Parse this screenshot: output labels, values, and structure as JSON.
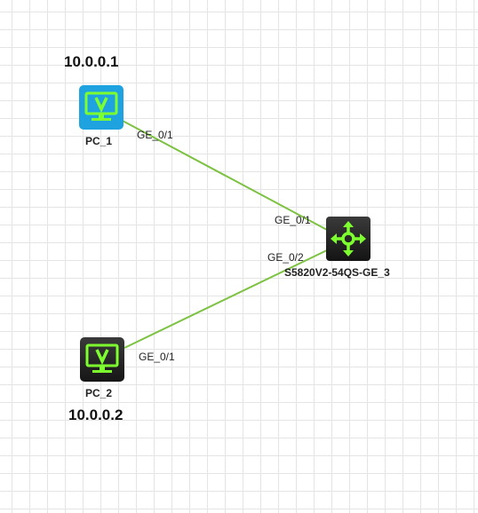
{
  "colors": {
    "link": "#7dc242",
    "pc_active_bg": "#1ea3e0",
    "pc_idle_bg": "#222222",
    "icon_glyph": "#7dff2f"
  },
  "nodes": {
    "pc1": {
      "name": "PC_1",
      "ip": "10.0.0.1",
      "port": "GE_0/1",
      "icon": "pc-monitor-icon"
    },
    "pc2": {
      "name": "PC_2",
      "ip": "10.0.0.2",
      "port": "GE_0/1",
      "icon": "pc-monitor-icon"
    },
    "switch": {
      "name": "S5820V2-54QS-GE_3",
      "icon": "switch-arrows-icon",
      "ports": {
        "to_pc1": "GE_0/1",
        "to_pc2": "GE_0/2"
      }
    }
  }
}
